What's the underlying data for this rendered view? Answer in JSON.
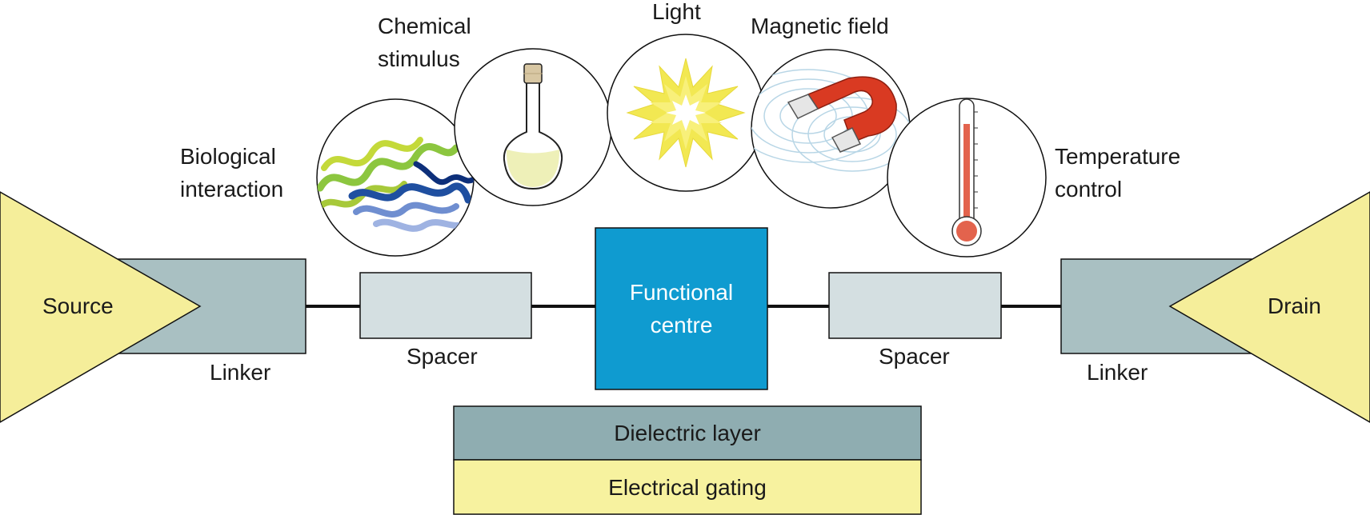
{
  "diagram": {
    "source_label": "Source",
    "drain_label": "Drain",
    "linker_left_label": "Linker",
    "linker_right_label": "Linker",
    "spacer_left_label": "Spacer",
    "spacer_right_label": "Spacer",
    "functional_centre": [
      "Functional",
      "centre"
    ],
    "dielectric_label": "Dielectric layer",
    "gating_label": "Electrical gating",
    "stimuli": {
      "biological": [
        "Biological",
        "interaction"
      ],
      "chemical": [
        "Chemical",
        "stimulus"
      ],
      "light": "Light",
      "magnetic": "Magnetic field",
      "temperature": [
        "Temperature",
        "control"
      ]
    }
  },
  "colors": {
    "electrode_yellow": "#f5ee9a",
    "linker_grey": "#a9c0c2",
    "spacer_grey": "#d4dfe1",
    "functional_blue": "#0f9bd0",
    "dielectric": "#8fadb1",
    "gating_yellow": "#f7f29f",
    "wire": "#111111",
    "magnet_red": "#d93a22",
    "thermo_red": "#e3634d",
    "light_yellow": "#f2e852"
  }
}
